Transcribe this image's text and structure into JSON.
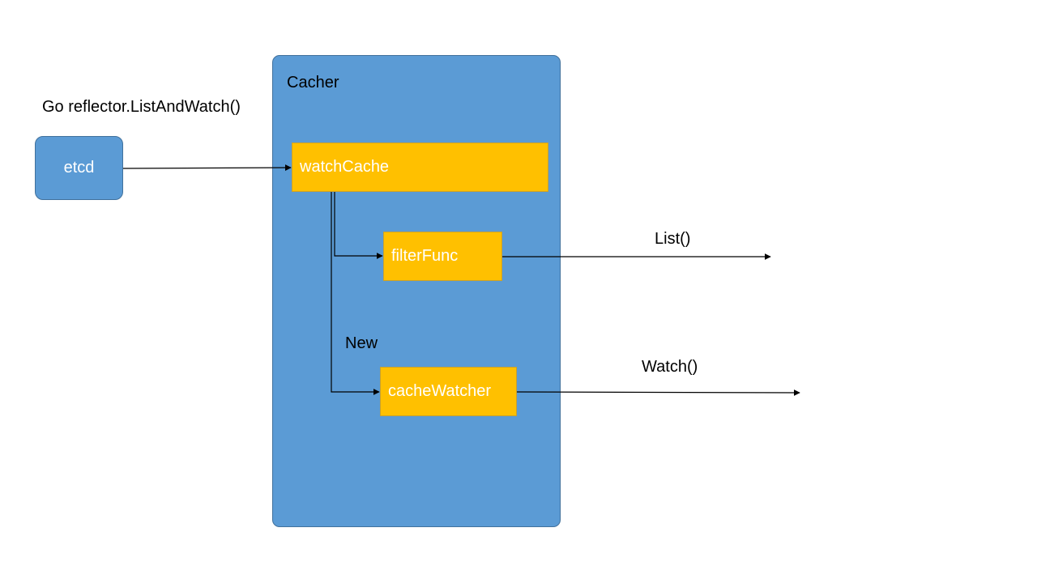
{
  "nodes": {
    "etcd": "etcd",
    "cacher": "Cacher",
    "watch_cache": "watchCache",
    "filter_func": "filterFunc",
    "cache_watcher": "cacheWatcher"
  },
  "edge_labels": {
    "reflector": "Go reflector.ListAndWatch()",
    "new": "New",
    "list": "List()",
    "watch": "Watch()"
  },
  "colors": {
    "blue_fill": "#5b9bd5",
    "blue_border": "#41719c",
    "yellow_fill": "#ffc000",
    "line": "#000000"
  }
}
